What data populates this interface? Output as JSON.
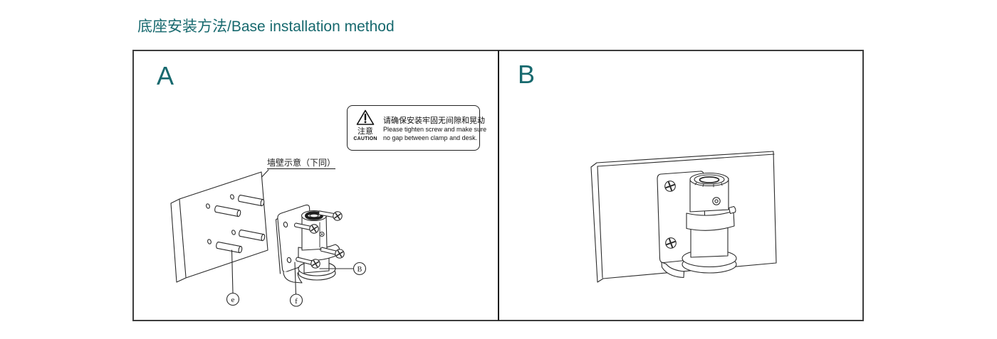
{
  "colors": {
    "accent_teal": "#17696e",
    "line_ink": "#2b2b2b",
    "frame_border": "#3d3d3d"
  },
  "title": "底座安装方法/Base installation method",
  "panels": {
    "a": {
      "label": "A",
      "caution": {
        "zh_label": "注意",
        "en_label": "CAUTION",
        "line_zh": "请确保安装牢固无间隙和晃动",
        "line_en1": "Please tighten screw and make sure",
        "line_en2": "no gap between clamp and desk."
      },
      "wall_note": "墙壁示意（下同）",
      "callouts": {
        "e": "e",
        "f": "f",
        "b": "B"
      }
    },
    "b": {
      "label": "B"
    }
  }
}
